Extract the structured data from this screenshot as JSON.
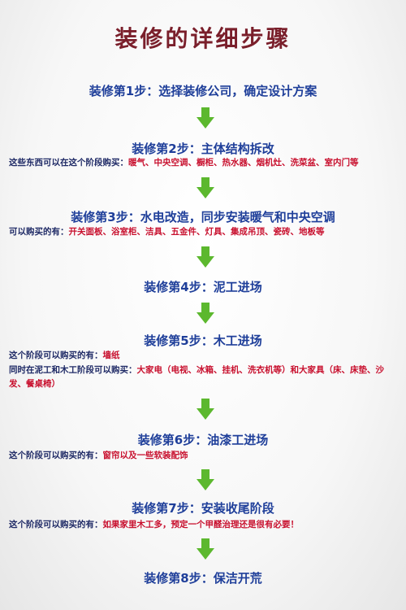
{
  "title": "装修的详细步骤",
  "steps": [
    {
      "label": "装修第1步：选择装修公司，确定设计方案"
    },
    {
      "label": "装修第2步：主体结构拆改",
      "notes": [
        {
          "prefix": "这些东西可以在这个阶段购买：",
          "items": "暖气、中央空调、橱柜、热水器、烟机灶、洗菜盆、室内门等"
        }
      ]
    },
    {
      "label": "装修第3步：水电改造，同步安装暖气和中央空调",
      "notes": [
        {
          "prefix": "可以购买的有：",
          "items": "开关面板、浴室柜、洁具、五金件、灯具、集成吊顶、瓷砖、地板等"
        }
      ]
    },
    {
      "label": "装修第4步：泥工进场"
    },
    {
      "label": "装修第5步：木工进场",
      "notes": [
        {
          "prefix": "这个阶段可以购买的有：",
          "items": "墙纸"
        },
        {
          "prefix": "同时在泥工和木工阶段可以购买：",
          "items": "大家电（电视、冰箱、挂机、洗衣机等）和大家具（床、床垫、沙发、餐桌椅）"
        }
      ]
    },
    {
      "label": "装修第6步：油漆工进场",
      "notes": [
        {
          "prefix": "这个阶段可以购买的有：",
          "items": "窗帘以及一些软装配饰"
        }
      ]
    },
    {
      "label": "装修第7步：安装收尾阶段",
      "notes": [
        {
          "prefix": "这个阶段可以购买的有：",
          "items": "如果家里木工多，预定一个甲醛治理还是很有必要！"
        }
      ]
    },
    {
      "label": "装修第8步：保洁开荒"
    }
  ],
  "colors": {
    "title": "#7a1f2b",
    "step": "#1f3f9a",
    "note": "#1f2a66",
    "highlight": "#c8102e",
    "arrow": "#5cb82e"
  },
  "icons": [
    "down-arrow-icon"
  ]
}
